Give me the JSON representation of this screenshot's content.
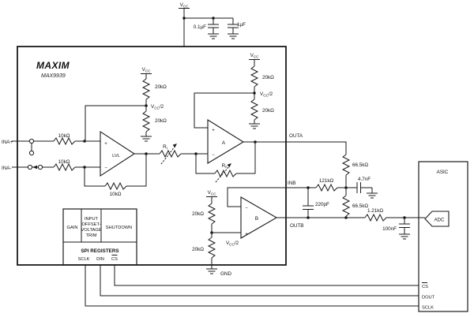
{
  "device": {
    "brand": "MAXIM",
    "part": "MAX9939"
  },
  "net": {
    "v": "V",
    "cc": "CC",
    "half": "/2",
    "gnd": "GND"
  },
  "values": {
    "c1": "0.1µF",
    "c2": "1µF",
    "r20k": "20kΩ",
    "r10k": "10kΩ",
    "r121k": "121kΩ",
    "r66k": "66.5kΩ",
    "c4n7": "4.7nF",
    "c220p": "220pF",
    "r1k21": "1.21kΩ",
    "c100n": "100nF"
  },
  "res": {
    "r": "R",
    "i": "I",
    "f": "F"
  },
  "pins": {
    "ina_plus": "INA+",
    "ina_minus": "INA-",
    "outa": "OUTA",
    "inb": "INB",
    "outb": "OUTB",
    "sclk": "SCLK",
    "din": "DIN",
    "cs": "CS",
    "dout": "DOUT"
  },
  "amps": {
    "lvl": "LVL",
    "a": "A",
    "b": "B",
    "plus": "+",
    "minus": "−"
  },
  "spi": {
    "title": "SPI REGISTERS",
    "gain": "GAIN",
    "trim1": "INPUT",
    "trim2": "OFFSET-",
    "trim3": "VOLTAGE",
    "trim4": "TRIM",
    "shutdown": "SHUTDOWN"
  },
  "asic": {
    "name": "ASIC",
    "adc": "ADC"
  }
}
